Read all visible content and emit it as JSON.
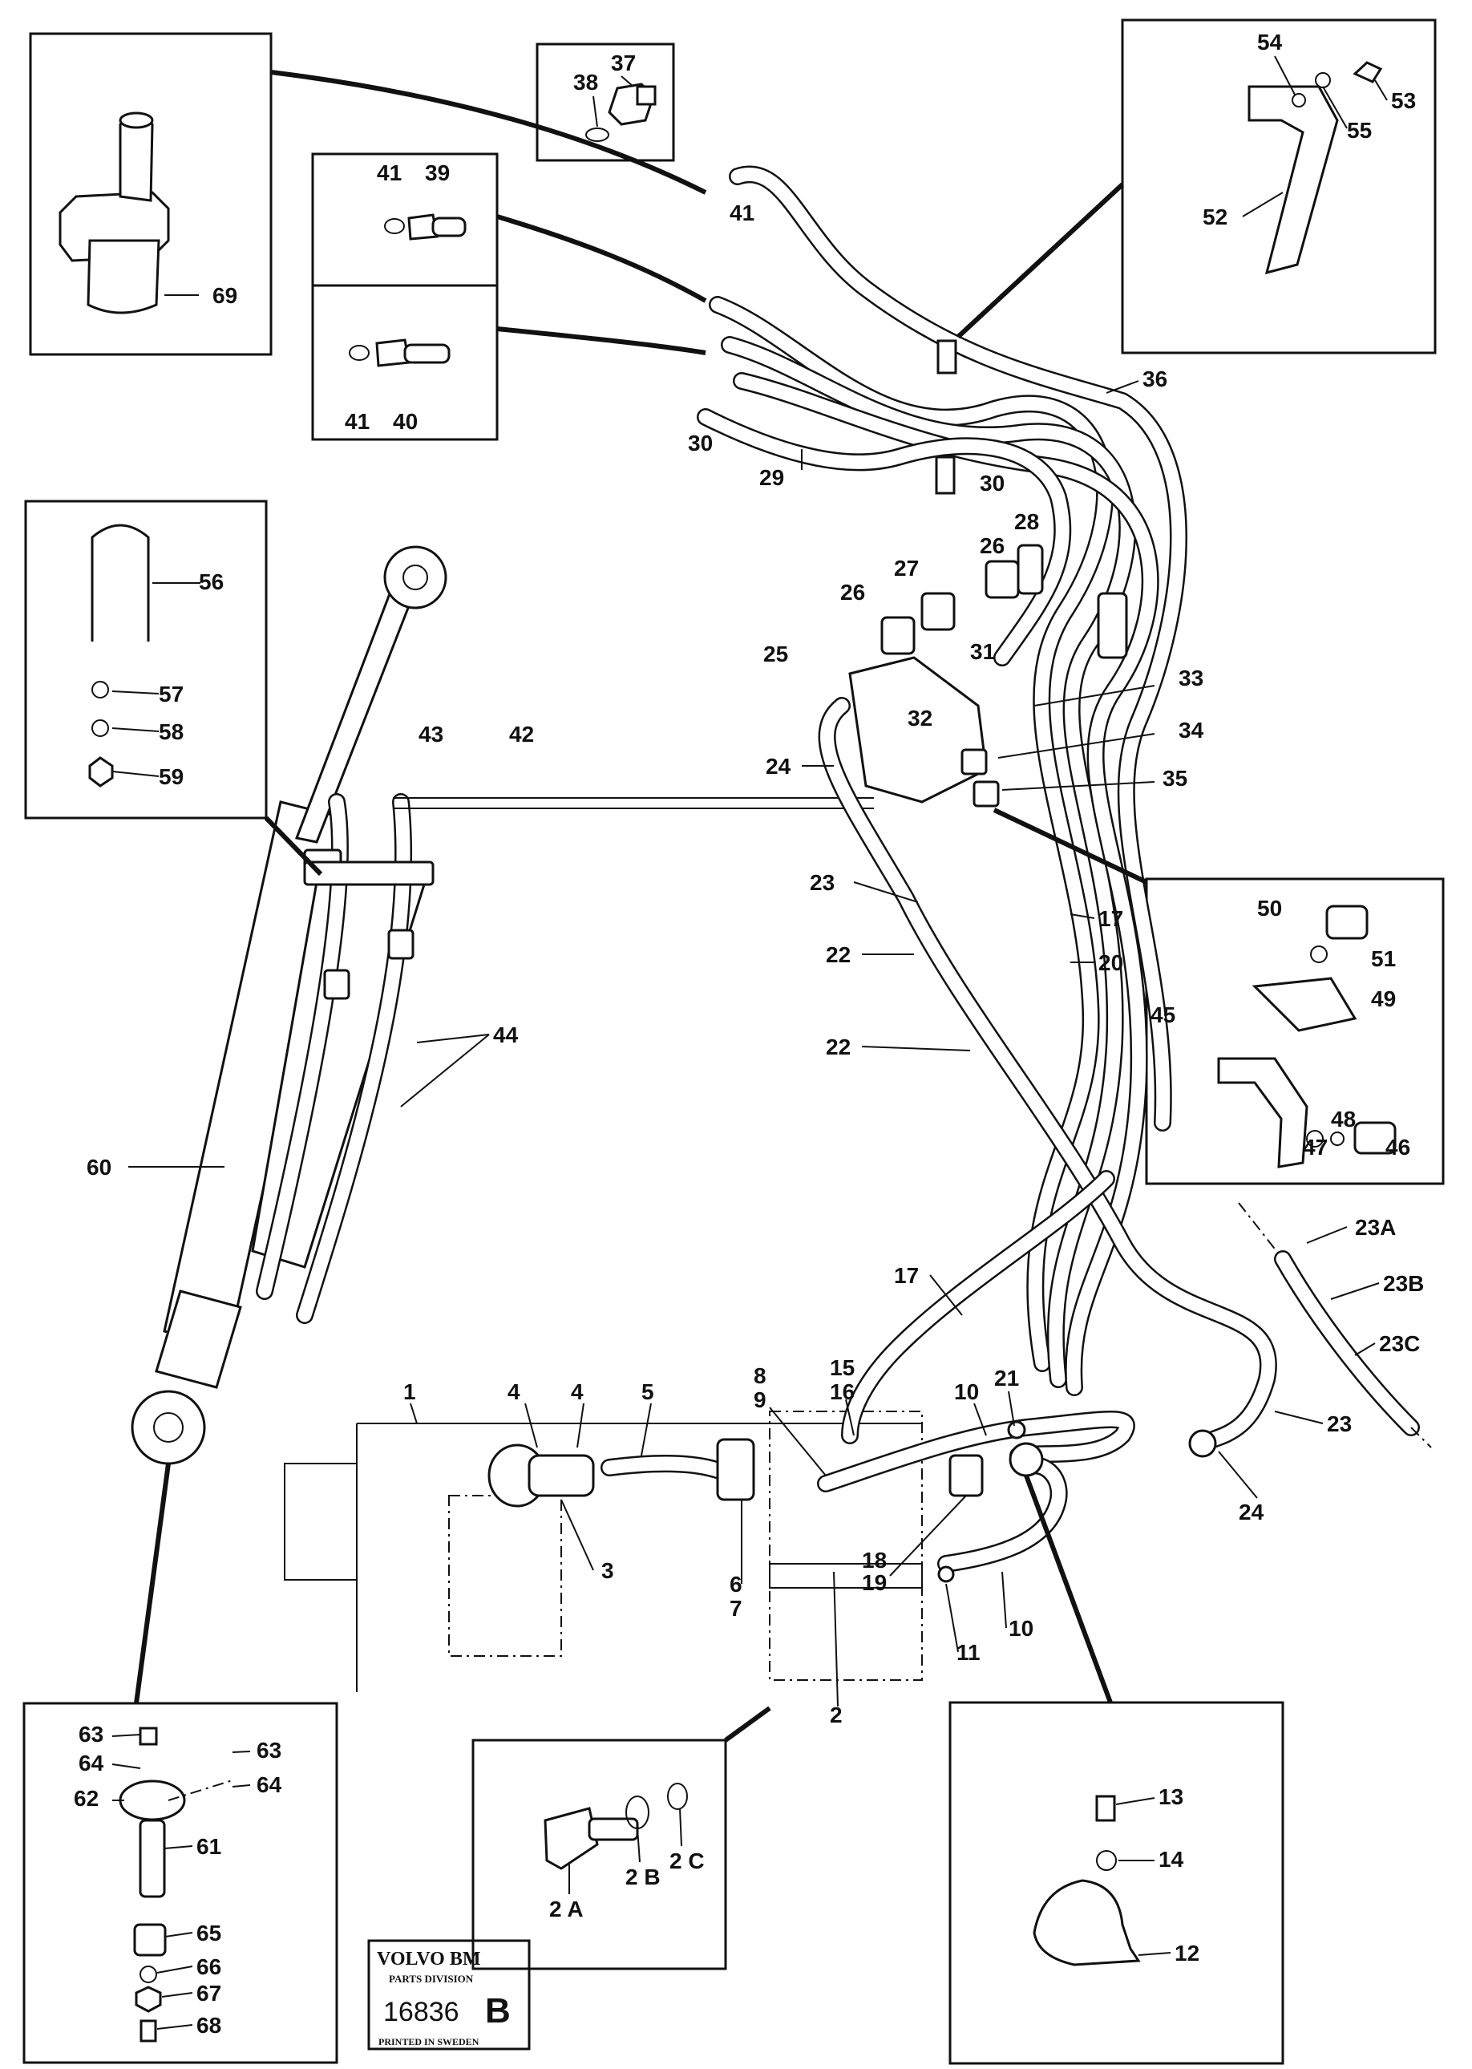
{
  "labels": {
    "l1": "1",
    "l2": "2",
    "l2a": "2 A",
    "l2b": "2 B",
    "l2c": "2 C",
    "l3": "3",
    "l4a": "4",
    "l4b": "4",
    "l5": "5",
    "l6": "6",
    "l7": "7",
    "l8": "8",
    "l9": "9",
    "l10a": "10",
    "l10b": "10",
    "l11": "11",
    "l12": "12",
    "l13": "13",
    "l14": "14",
    "l15": "15",
    "l16": "16",
    "l17a": "17",
    "l17b": "17",
    "l18": "18",
    "l19": "19",
    "l20": "20",
    "l21": "21",
    "l22a": "22",
    "l22b": "22",
    "l23a": "23",
    "l23b": "23",
    "l23A": "23A",
    "l23B": "23B",
    "l23C": "23C",
    "l24a": "24",
    "l24b": "24",
    "l25": "25",
    "l26a": "26",
    "l26b": "26",
    "l27": "27",
    "l28": "28",
    "l29": "29",
    "l30a": "30",
    "l30b": "30",
    "l31": "31",
    "l32": "32",
    "l33": "33",
    "l34": "34",
    "l35": "35",
    "l36": "36",
    "l37": "37",
    "l38": "38",
    "l39": "39",
    "l40": "40",
    "l41a": "41",
    "l41b": "41",
    "l41c": "41",
    "l42": "42",
    "l43": "43",
    "l44": "44",
    "l45": "45",
    "l46": "46",
    "l47": "47",
    "l48": "48",
    "l49": "49",
    "l50": "50",
    "l51": "51",
    "l52": "52",
    "l53": "53",
    "l54": "54",
    "l55": "55",
    "l56": "56",
    "l57": "57",
    "l58": "58",
    "l59": "59",
    "l60": "60",
    "l61": "61",
    "l62": "62",
    "l63a": "63",
    "l63b": "63",
    "l64a": "64",
    "l64b": "64",
    "l65": "65",
    "l66": "66",
    "l67": "67",
    "l68": "68",
    "l69": "69"
  },
  "stamp": {
    "brand": "VOLVO BM",
    "division": "PARTS DIVISION",
    "number": "16836",
    "revision": "B",
    "printed": "PRINTED IN SWEDEN"
  }
}
